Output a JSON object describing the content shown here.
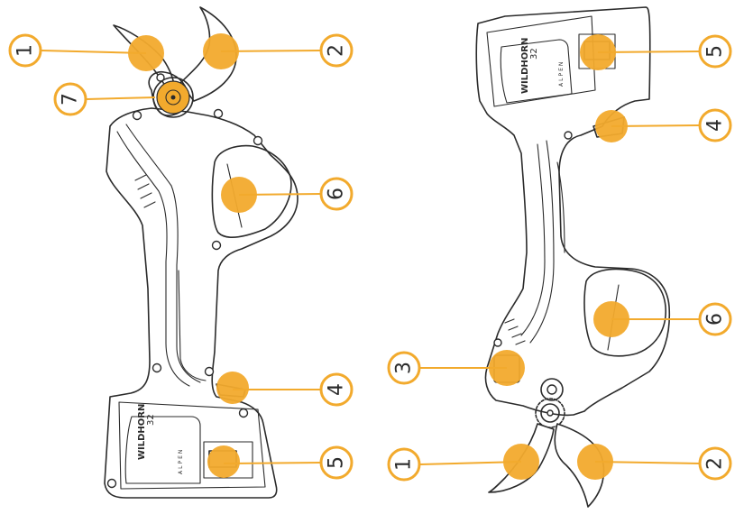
{
  "callouts": {
    "c1": "1",
    "c2": "2",
    "c3": "3",
    "c4": "4",
    "c5": "5",
    "c6": "6",
    "c7": "7"
  },
  "product": {
    "brand": "WILDHORN",
    "model": "32",
    "maker": "ALPEN"
  },
  "colors": {
    "accent": "#f2aa2d",
    "line": "#2b2b2b"
  }
}
